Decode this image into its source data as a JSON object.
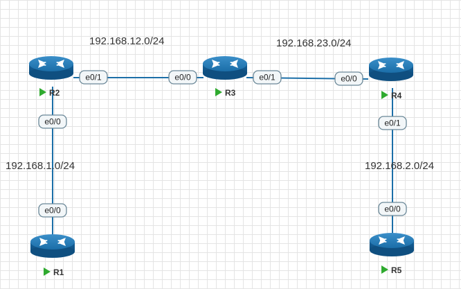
{
  "networks": {
    "n12": "192.168.12.0/24",
    "n23": "192.168.23.0/24",
    "n1": "192.168.1.0/24",
    "n2": "192.168.2.0/24"
  },
  "routers": {
    "r1": "R1",
    "r2": "R2",
    "r3": "R3",
    "r4": "R4",
    "r5": "R5"
  },
  "interfaces": {
    "r2_r3": "e0/1",
    "r3_r2": "e0/0",
    "r3_r4": "e0/1",
    "r4_r3": "e0/0",
    "r2_r1": "e0/0",
    "r1_r2": "e0/0",
    "r4_r5": "e0/1",
    "r5_r4": "e0/0"
  },
  "colors": {
    "router_body": "#1b6ea8",
    "link": "#1c6fa8",
    "status_play": "#2faa2f"
  }
}
